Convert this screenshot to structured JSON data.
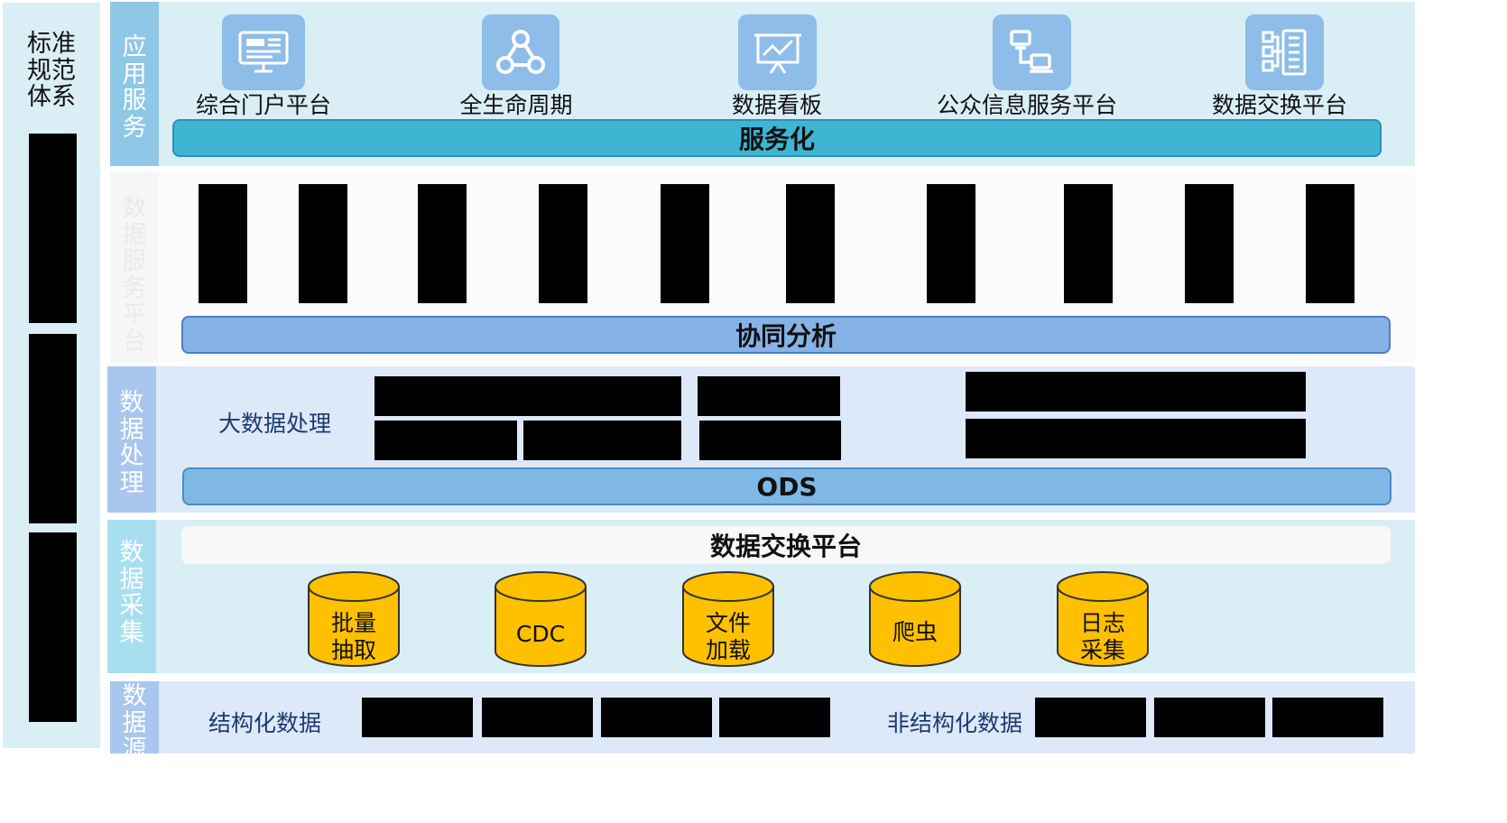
{
  "left_column": {
    "title_chars": [
      "标准",
      "规范",
      "体系"
    ]
  },
  "layers": {
    "app_service": {
      "label_chars": [
        "应",
        "用",
        "服",
        "务"
      ],
      "apps": [
        {
          "label": "综合门户平台",
          "icon": "monitor-dashboard-icon"
        },
        {
          "label": "全生命周期",
          "icon": "network-nodes-icon"
        },
        {
          "label": "数据看板",
          "icon": "presentation-chart-icon"
        },
        {
          "label": "公众信息服务平台",
          "icon": "connected-devices-icon"
        },
        {
          "label": "数据交换平台",
          "icon": "exchange-servers-icon"
        }
      ],
      "bar_label": "服务化"
    },
    "data_service": {
      "label_chars": [
        "数",
        "据",
        "服",
        "务",
        "平",
        "台"
      ],
      "bar_label": "协同分析"
    },
    "data_processing": {
      "label_chars": [
        "数",
        "据",
        "处",
        "理"
      ],
      "sub_label": "大数据处理",
      "bar_label": "ODS"
    },
    "data_collection": {
      "label_chars": [
        "数",
        "据",
        "采",
        "集"
      ],
      "platform_label": "数据交换平台",
      "methods": [
        {
          "line1": "批量",
          "line2": "抽取"
        },
        {
          "line1": "CDC",
          "line2": ""
        },
        {
          "line1": "文件",
          "line2": "加载"
        },
        {
          "line1": "爬虫",
          "line2": ""
        },
        {
          "line1": "日志",
          "line2": "采集"
        }
      ]
    },
    "data_source": {
      "label_chars": [
        "数",
        "据",
        "源"
      ],
      "structured_label": "结构化数据",
      "unstructured_label": "非结构化数据"
    }
  },
  "colors": {
    "light_cyan_bg": "#daeef6",
    "app_label_bg": "#8fc8e6",
    "service_bar": "#3fb5d4",
    "coop_bar": "#86b2e6",
    "processing_bg": "#dde8f8",
    "ods_bar": "#7fb8e4",
    "cylinder": "#ffc000",
    "redacted": "#000000"
  }
}
